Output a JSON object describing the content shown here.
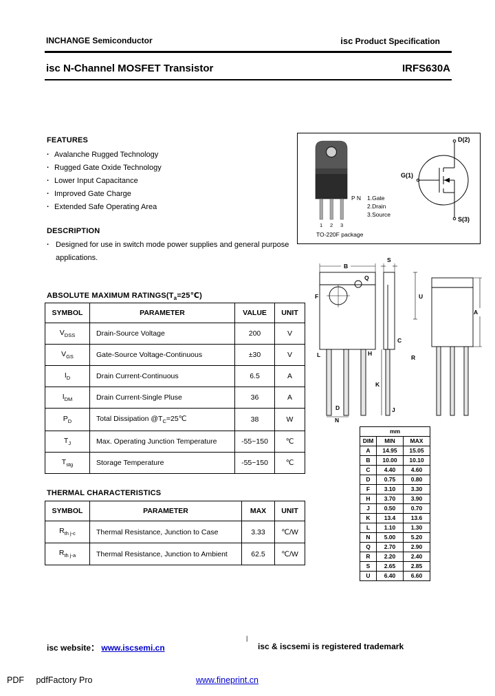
{
  "header": {
    "company": "INCHANGE Semiconductor",
    "spec_brand": "isc",
    "spec_rest": " Product Specification"
  },
  "title": {
    "product": "isc N-Channel MOSFET Transistor",
    "part": "IRFS630A"
  },
  "features": {
    "heading": "FEATURES",
    "bullet": "·",
    "items": [
      "Avalanche Rugged Technology",
      "Rugged Gate Oxide Technology",
      "Lower Input Capacitance",
      "Improved Gate Charge",
      "Extended Safe Operating Area"
    ]
  },
  "description": {
    "heading": "DESCRIPTION",
    "bullet": "·",
    "text": "Designed for use in switch mode power supplies and general purpose applications."
  },
  "package": {
    "pin_heading": "P N",
    "pins": [
      "1.Gate",
      "2.Drain",
      "3.Source"
    ],
    "leg_numbers": [
      "1",
      "2",
      "3"
    ],
    "name": "TO-220F package",
    "symbol": {
      "drain": "D(2)",
      "gate": "G(1)",
      "source": "S(3)"
    }
  },
  "abs_max": {
    "heading_pre": "ABSOLUTE MAXIMUM RATINGS(T",
    "heading_sub": "a",
    "heading_post": "=25℃)",
    "headers": [
      "SYMBOL",
      "PARAMETER",
      "VALUE",
      "UNIT"
    ],
    "rows": [
      {
        "sym": "V",
        "sub": "DSS",
        "param": "Drain-Source Voltage",
        "value": "200",
        "unit": "V"
      },
      {
        "sym": "V",
        "sub": "GS",
        "param": "Gate-Source Voltage-Continuous",
        "value": "±30",
        "unit": "V"
      },
      {
        "sym": "I",
        "sub": "D",
        "param": "Drain Current-Continuous",
        "value": "6.5",
        "unit": "A"
      },
      {
        "sym": "I",
        "sub": "DM",
        "param": "Drain Current-Single Pluse",
        "value": "36",
        "unit": "A"
      },
      {
        "sym": "P",
        "sub": "D",
        "param_pre": "Total Dissipation @T",
        "param_sub": "C",
        "param_post": "=25℃",
        "value": "38",
        "unit": "W"
      },
      {
        "sym": "T",
        "sub": "J",
        "param": "Max. Operating Junction Temperature",
        "value": "-55~150",
        "unit": "℃"
      },
      {
        "sym": "T",
        "sub": "stg",
        "param": "Storage Temperature",
        "value": "-55~150",
        "unit": "℃"
      }
    ]
  },
  "thermal": {
    "heading": "THERMAL CHARACTERISTICS",
    "headers": [
      "SYMBOL",
      "PARAMETER",
      "MAX",
      "UNIT"
    ],
    "rows": [
      {
        "sym": "R",
        "sub": "th j-c",
        "param": "Thermal Resistance, Junction to Case",
        "value": "3.33",
        "unit": "℃/W"
      },
      {
        "sym": "R",
        "sub": "th j-a",
        "param": "Thermal Resistance, Junction to Ambient",
        "value": "62.5",
        "unit": "℃/W"
      }
    ]
  },
  "dim_table": {
    "unit": "mm",
    "headers": [
      "DIM",
      "MIN",
      "MAX"
    ],
    "rows": [
      [
        "A",
        "14.95",
        "15.05"
      ],
      [
        "B",
        "10.00",
        "10.10"
      ],
      [
        "C",
        "4.40",
        "4.60"
      ],
      [
        "D",
        "0.75",
        "0.80"
      ],
      [
        "F",
        "3.10",
        "3.30"
      ],
      [
        "H",
        "3.70",
        "3.90"
      ],
      [
        "J",
        "0.50",
        "0.70"
      ],
      [
        "K",
        "13.4",
        "13.6"
      ],
      [
        "L",
        "1.10",
        "1.30"
      ],
      [
        "N",
        "5.00",
        "5.20"
      ],
      [
        "Q",
        "2.70",
        "2.90"
      ],
      [
        "R",
        "2.20",
        "2.40"
      ],
      [
        "S",
        "2.65",
        "2.85"
      ],
      [
        "U",
        "6.40",
        "6.60"
      ]
    ]
  },
  "footer": {
    "website_label": "isc website：",
    "website_url": "www.iscsemi.cn",
    "separator": "|",
    "trademark": "isc & iscsemi is registered trademark"
  },
  "pdf_note": {
    "word1": "PDF",
    "word2": "pdfFactory Pro",
    "link": "www.fineprint.cn"
  }
}
